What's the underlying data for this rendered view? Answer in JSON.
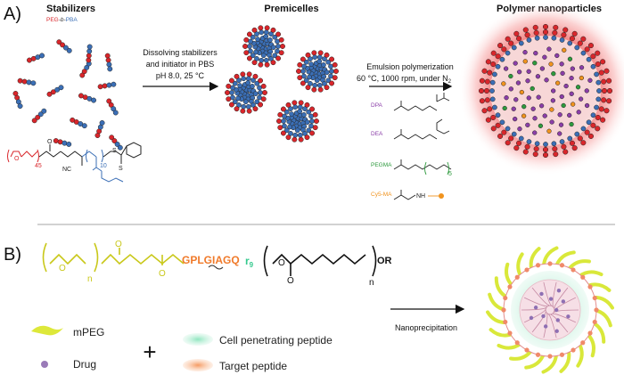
{
  "panel_a": {
    "label": "A)",
    "stabilizers_title": "Stabilizers",
    "stabilizers_sub": {
      "peg": "PEG",
      "b": "-b-",
      "pba": "PBA"
    },
    "step1_line1": "Dissolving stabilizers",
    "step1_line2": "and initiator in PBS",
    "step1_line3": "pH 8.0, 25 °C",
    "premicelles_title": "Premicelles",
    "step2_line1": "Emulsion polymerization",
    "step2_line2": "60 °C, 1000 rpm, under N",
    "step2_sub": "2",
    "nanoparticles_title": "Polymer nanoparticles",
    "monomers": [
      {
        "name": "DPA",
        "color": "#8b3ea8"
      },
      {
        "name": "DEA",
        "color": "#8b3ea8"
      },
      {
        "name": "PEGMA",
        "color": "#2e9a3e"
      },
      {
        "name": "Cy5-MA",
        "color": "#f0931e"
      }
    ],
    "struct_labels": {
      "peg_n": "45",
      "nc": "NC",
      "s1": "S",
      "s2": "S",
      "o": "O",
      "pba_n": "10",
      "pegma_n": "5",
      "nh": "NH"
    }
  },
  "panel_b": {
    "label": "B)",
    "peptide": "GPLGIAGQ",
    "r9": "r",
    "r9_sub": "9",
    "n1": "n",
    "n2": "n",
    "or": "OR",
    "o_label": "O",
    "step": "Nanoprecipitation",
    "legend": {
      "mpeg": "mPEG",
      "drug": "Drug",
      "plus": "+",
      "cpp": "Cell penetrating peptide",
      "target": "Target peptide"
    }
  },
  "colors": {
    "peg_red": "#d9262b",
    "pba_blue": "#3b6fb6",
    "yellow": "#c9c81a",
    "orange": "#f07a2a",
    "green": "#35c98e",
    "purple": "#8b3ea8",
    "cy5": "#f0931e",
    "pegma": "#2e9a3e"
  }
}
